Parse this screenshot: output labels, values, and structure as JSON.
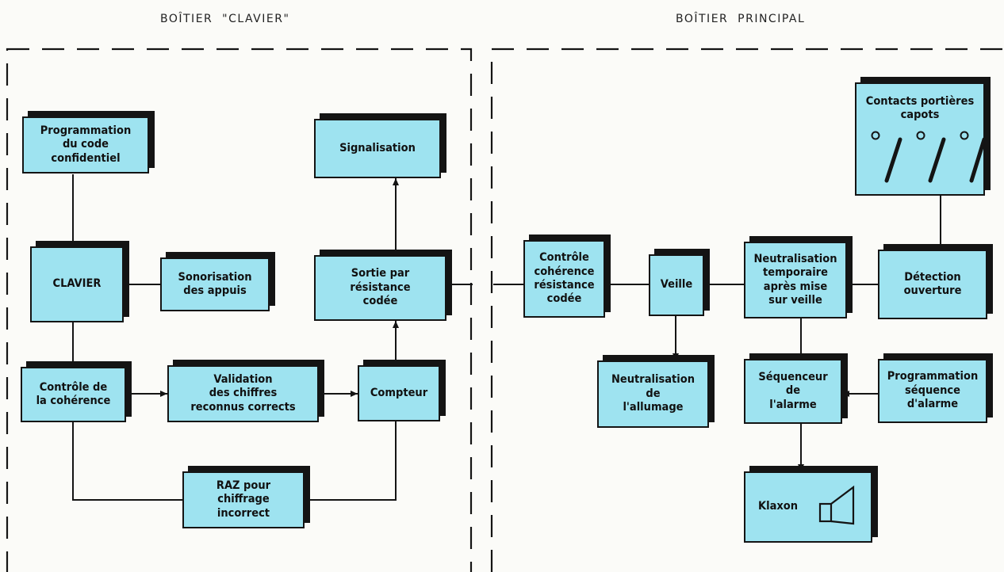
{
  "sections": {
    "left_title": "BOÎTIER  \"CLAVIER\"",
    "right_title": "BOÎTIER  PRINCIPAL"
  },
  "blocks": {
    "programmation_code": "Programmation\ndu code\nconfidentiel",
    "clavier": "CLAVIER",
    "sonorisation": "Sonorisation\ndes appuis",
    "controle_coherence": "Contrôle de\nla cohérence",
    "validation": "Validation\ndes chiffres\nreconnus corrects",
    "compteur": "Compteur",
    "raz": "RAZ pour\nchiffrage\nincorrect",
    "signalisation": "Signalisation",
    "sortie_resistance": "Sortie par\nrésistance\ncodée",
    "controle_resistance": "Contrôle\ncohérence\nrésistance\ncodée",
    "veille": "Veille",
    "neutralisation_allumage": "Neutralisation\nde\nl'allumage",
    "neutralisation_temporaire": "Neutralisation\ntemporaire\naprès mise\nsur veille",
    "sequenceur": "Séquenceur\nde\nl'alarme",
    "klaxon": "Klaxon",
    "detection": "Détection\nouverture",
    "contacts": "Contacts portières\ncapots",
    "programmation_sequence": "Programmation\nséquence\nd'alarme"
  },
  "colors": {
    "box_fill": "#9ee3f0",
    "stroke": "#141414"
  }
}
